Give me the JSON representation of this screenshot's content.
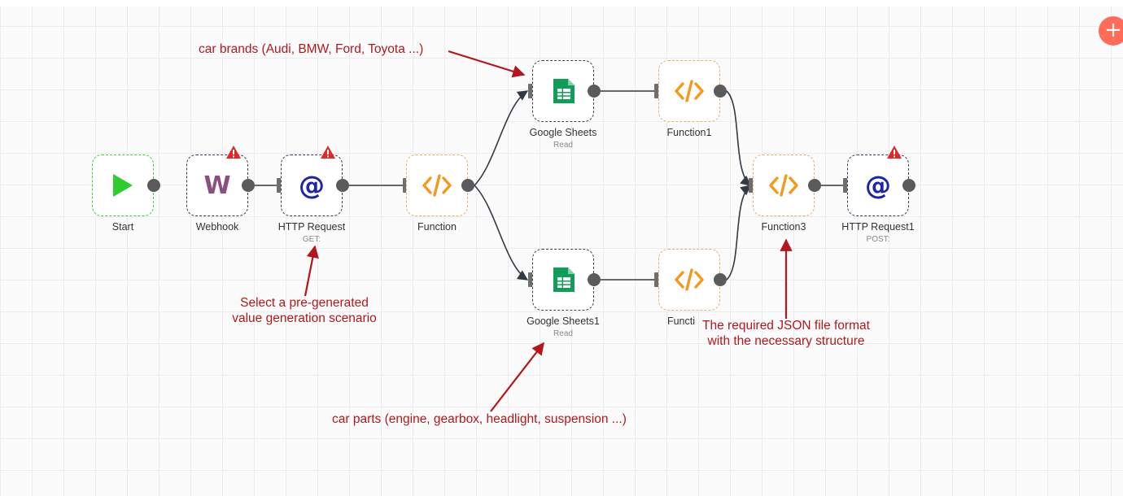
{
  "canvas": {
    "add_button_label": "+"
  },
  "nodes": [
    {
      "key": "start",
      "label": "Start",
      "sublabel": ""
    },
    {
      "key": "webhook",
      "label": "Webhook",
      "sublabel": "",
      "icon_text": "W"
    },
    {
      "key": "http",
      "label": "HTTP Request",
      "sublabel": "GET:",
      "icon_text": "@"
    },
    {
      "key": "function",
      "label": "Function",
      "sublabel": ""
    },
    {
      "key": "sheets",
      "label": "Google Sheets",
      "sublabel": "Read"
    },
    {
      "key": "sheets1",
      "label": "Google Sheets1",
      "sublabel": "Read"
    },
    {
      "key": "function1",
      "label": "Function1",
      "sublabel": ""
    },
    {
      "key": "function2",
      "label": "Functi",
      "sublabel": ""
    },
    {
      "key": "function3",
      "label": "Function3",
      "sublabel": ""
    },
    {
      "key": "http1",
      "label": "HTTP Request1",
      "sublabel": "POST:",
      "icon_text": "@"
    }
  ],
  "annotations": {
    "car_brands": "car brands (Audi, BMW, Ford, Toyota ...)",
    "scenario_line1": "Select a pre-generated",
    "scenario_line2": "value generation scenario",
    "car_parts": "car parts (engine, gearbox, headlight, suspension ...)",
    "json_line1": "The required JSON file format",
    "json_line2": "with the necessary structure"
  },
  "colors": {
    "accent": "#ff6d5a",
    "annotation": "#b3161b",
    "start_green": "#2ecc2e",
    "function_orange": "#f39a1e",
    "http_blue": "#1e24a8",
    "sheets_green": "#0f9d58"
  }
}
